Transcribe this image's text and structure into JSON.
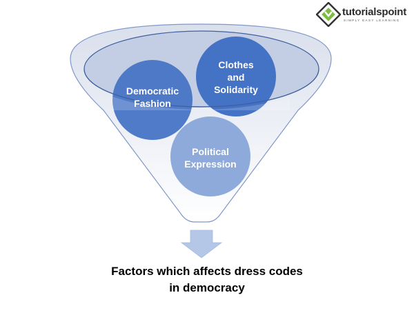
{
  "logo": {
    "wordmark": "tutorialspoint",
    "tagline": "SIMPLY EASY LEARNING",
    "icon": "tutorialspoint-logo-icon"
  },
  "funnel": {
    "circles": [
      {
        "label_lines": [
          "Democratic",
          "Fashion"
        ]
      },
      {
        "label_lines": [
          "Clothes",
          "and",
          "Solidarity"
        ]
      },
      {
        "label_lines": [
          "Political",
          "Expression"
        ]
      }
    ],
    "output_arrow": "down-arrow-icon",
    "caption_lines": [
      "Factors which affects dress codes",
      "in democracy"
    ]
  },
  "colors": {
    "funnel_fill": "#cfd7e8",
    "funnel_stroke": "#5c7cbf",
    "rim_fill": "#b9c6de",
    "circle_dark": "#4472c4",
    "circle_light": "#8eaadb",
    "arrow": "#b4c7e7"
  }
}
